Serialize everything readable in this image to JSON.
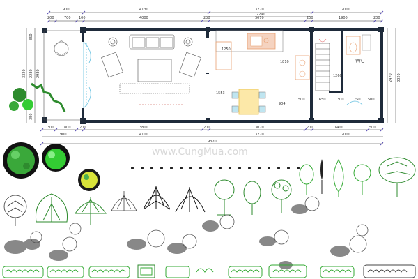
{
  "plan": {
    "top_dims_outer": [
      "900",
      "4130",
      "3270",
      "2000"
    ],
    "top_dims_inner": [
      "200",
      "700",
      "100",
      "4000",
      "200",
      "3070",
      "200",
      "1900",
      "200"
    ],
    "top_dims_mid": [
      "2290"
    ],
    "bottom_dims_inner": [
      "300",
      "800",
      "200",
      "3800",
      "200",
      "3070",
      "200",
      "1400",
      "500"
    ],
    "bottom_dims_outer": [
      "900",
      "4100",
      "3270",
      "2000"
    ],
    "bottom_total": "9370",
    "left_dims": [
      "350",
      "2280",
      "350",
      "3320",
      "2980"
    ],
    "right_dims": [
      "2470",
      "3320"
    ],
    "interior_dims": [
      "1250",
      "1810",
      "1553",
      "904",
      "500",
      "650",
      "300",
      "750",
      "500",
      "1260"
    ],
    "wc_label": "WC"
  },
  "watermark": "www.CungMua.com",
  "colors": {
    "wall": "#1e2a3a",
    "tick": "#5a4fb5",
    "green_dark": "#2e8b2e",
    "green_light": "#33cc33",
    "orange": "#e8a070",
    "door": "#66c0e0",
    "shadow": "#888888"
  }
}
